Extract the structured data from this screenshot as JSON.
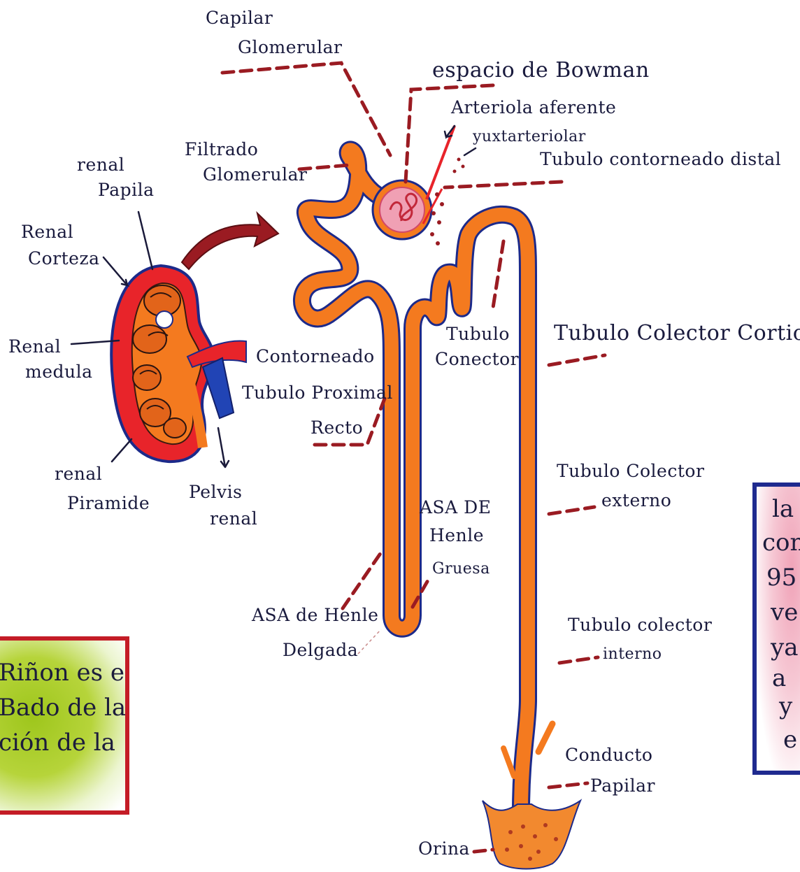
{
  "labels": {
    "capilar": "Capilar",
    "glomerular": "Glomerular",
    "espacio_bowman": "espacio de Bowman",
    "arteriola_aferente": "Arteriola aferente",
    "yuxtaarteriolar": "yuxtarteriolar",
    "tubulo_distal": "Tubulo contorneado distal",
    "filtrado": "Filtrado",
    "glomerular2": "Glomerular",
    "renal_papila_1": "renal",
    "renal_papila_2": "Papila",
    "renal_corteza_1": "Renal",
    "renal_corteza_2": "Corteza",
    "renal_medula_1": "Renal",
    "renal_medula_2": "medula",
    "renal_piramide_1": "renal",
    "renal_piramide_2": "Piramide",
    "pelvis_1": "Pelvis",
    "pelvis_2": "renal",
    "contorneado": "Contorneado",
    "tubulo_proximal": "Tubulo Proximal",
    "recto": "Recto",
    "tubulo_conector_1": "Tubulo",
    "tubulo_conector_2": "Conector",
    "colector_cortical": "Tubulo  Colector  Cortical",
    "colector_externo_1": "Tubulo  Colector",
    "colector_externo_2": "externo",
    "asa_henle_1": "ASA DE",
    "asa_henle_2": "Henle",
    "gruesa": "Gruesa",
    "asa_delgada_1": "ASA de Henle",
    "asa_delgada_2": "Delgada",
    "colector_interno_1": "Tubulo colector",
    "colector_interno_2": "interno",
    "conducto_1": "Conducto",
    "conducto_2": "Papilar",
    "orina": "Orina"
  },
  "green_note": [
    "Riñon es el",
    "Bado de la",
    "ción de la"
  ],
  "pink_note": [
    "la",
    "con",
    "95",
    "ve",
    "ya",
    "a",
    "y",
    "e"
  ],
  "colors": {
    "tubule": "#f47a1f",
    "tubule_outline": "#1c2a8a",
    "kidney_red": "#e8242a",
    "leader": "#9a1b22",
    "glomerulus": "#f0a0b4",
    "vein_blue": "#2144b5"
  }
}
